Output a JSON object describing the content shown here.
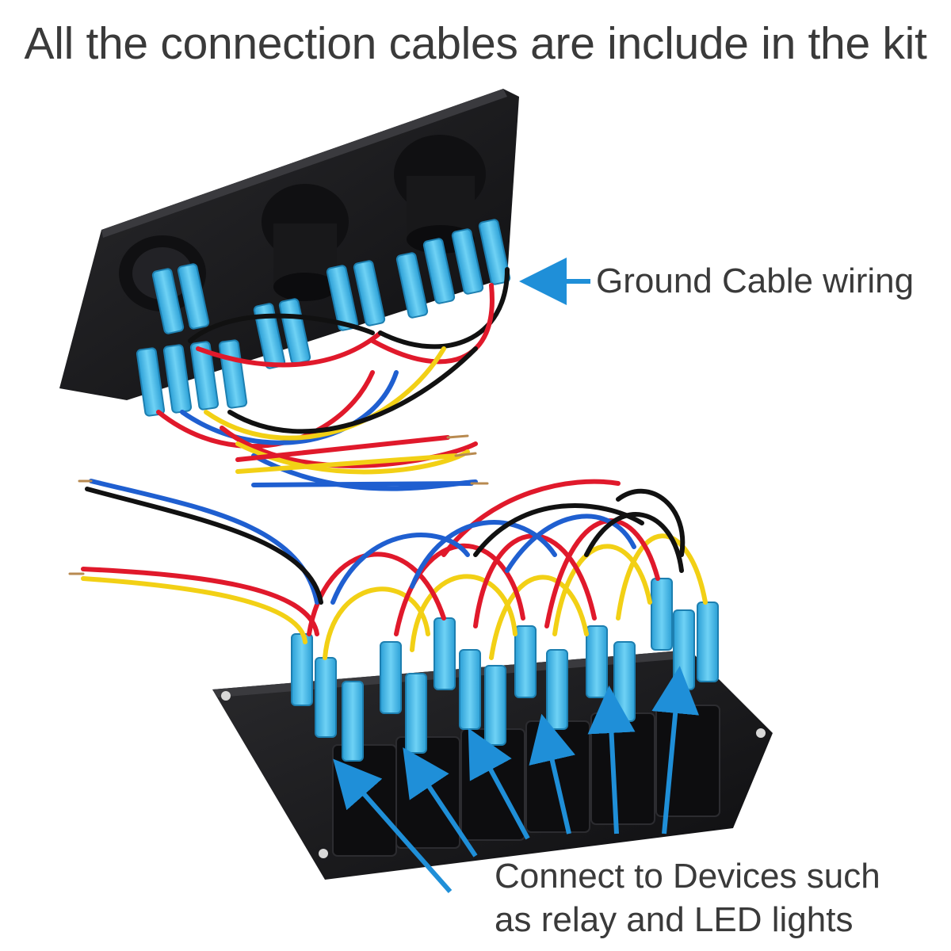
{
  "headline": "All the connection cables are include in the kit",
  "callouts": {
    "ground_cable": "Ground Cable wiring",
    "devices_line1": "Connect to Devices such",
    "devices_line2": "as relay and LED lights"
  },
  "colors": {
    "text": "#3a3a3a",
    "arrow": "#1f8fd8",
    "panel": "#1b1b1d",
    "connector": "#3fb6e8",
    "wire_red": "#e0192b",
    "wire_blue": "#1f5fd0",
    "wire_yellow": "#f2d015",
    "wire_black": "#111111"
  }
}
